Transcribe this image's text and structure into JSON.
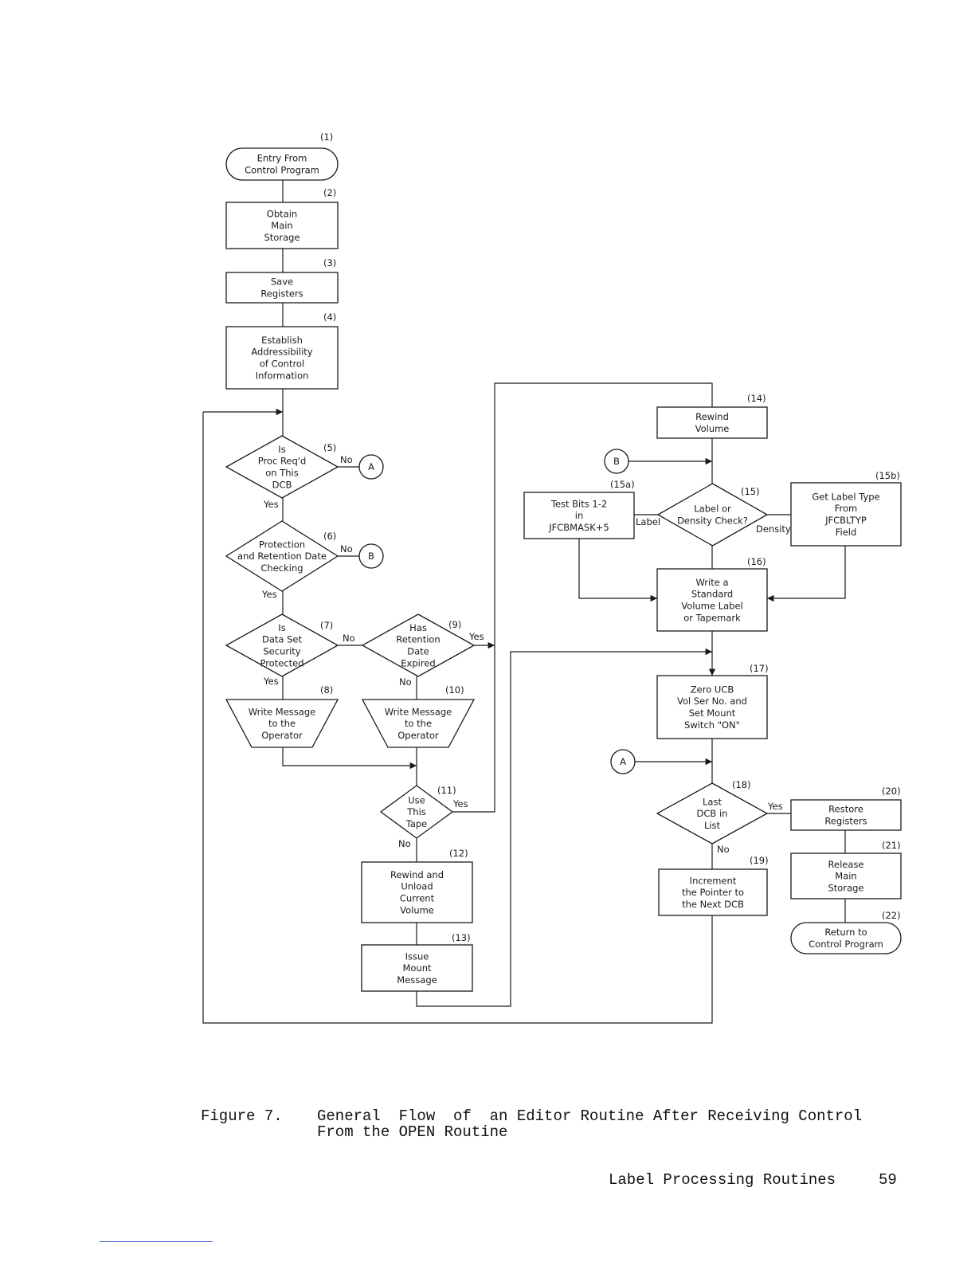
{
  "nodes": [
    {
      "id": "n1",
      "number": "(1)",
      "shape": "terminal",
      "lines": [
        "Entry From",
        "Control Program"
      ]
    },
    {
      "id": "n2",
      "number": "(2)",
      "shape": "process",
      "lines": [
        "Obtain",
        "Main",
        "Storage"
      ]
    },
    {
      "id": "n3",
      "number": "(3)",
      "shape": "process",
      "lines": [
        "Save",
        "Registers"
      ]
    },
    {
      "id": "n4",
      "number": "(4)",
      "shape": "process",
      "lines": [
        "Establish",
        "Addressibility",
        "of Control",
        "Information"
      ]
    },
    {
      "id": "n5",
      "number": "(5)",
      "shape": "decision",
      "lines": [
        "Is",
        "Proc Req'd",
        "on This",
        "DCB"
      ]
    },
    {
      "id": "n6",
      "number": "(6)",
      "shape": "decision",
      "lines": [
        "Protection",
        "and Retention Date",
        "Checking"
      ]
    },
    {
      "id": "n7",
      "number": "(7)",
      "shape": "decision",
      "lines": [
        "Is",
        "Data Set",
        "Security",
        "Protected"
      ]
    },
    {
      "id": "n8",
      "number": "(8)",
      "shape": "manual",
      "lines": [
        "Write Message",
        "to the",
        "Operator"
      ]
    },
    {
      "id": "n9",
      "number": "(9)",
      "shape": "decision",
      "lines": [
        "Has",
        "Retention",
        "Date",
        "Expired"
      ]
    },
    {
      "id": "n10",
      "number": "(10)",
      "shape": "manual",
      "lines": [
        "Write Message",
        "to the",
        "Operator"
      ]
    },
    {
      "id": "n11",
      "number": "(11)",
      "shape": "decision",
      "lines": [
        "Use",
        "This",
        "Tape"
      ]
    },
    {
      "id": "n12",
      "number": "(12)",
      "shape": "process",
      "lines": [
        "Rewind and",
        "Unload",
        "Current",
        "Volume"
      ]
    },
    {
      "id": "n13",
      "number": "(13)",
      "shape": "process",
      "lines": [
        "Issue",
        "Mount",
        "Message"
      ]
    },
    {
      "id": "n14",
      "number": "(14)",
      "shape": "process",
      "lines": [
        "Rewind",
        "Volume"
      ]
    },
    {
      "id": "n15",
      "number": "(15)",
      "shape": "decision",
      "lines": [
        "Label or",
        "Density Check?"
      ]
    },
    {
      "id": "n15a",
      "number": "(15a)",
      "shape": "process",
      "lines": [
        "Test Bits 1-2",
        "in",
        "JFCBMASK+5"
      ]
    },
    {
      "id": "n15b",
      "number": "(15b)",
      "shape": "process",
      "lines": [
        "Get Label Type",
        "From",
        "JFCBLTYP",
        "Field"
      ]
    },
    {
      "id": "n16",
      "number": "(16)",
      "shape": "process",
      "lines": [
        "Write a",
        "Standard",
        "Volume Label",
        "or Tapemark"
      ]
    },
    {
      "id": "n17",
      "number": "(17)",
      "shape": "process",
      "lines": [
        "Zero UCB",
        "Vol Ser No. and",
        "Set Mount",
        "Switch \"ON\""
      ]
    },
    {
      "id": "n18",
      "number": "(18)",
      "shape": "decision",
      "lines": [
        "Last",
        "DCB in",
        "List"
      ]
    },
    {
      "id": "n19",
      "number": "(19)",
      "shape": "process",
      "lines": [
        "Increment",
        "the Pointer to",
        "the Next DCB"
      ]
    },
    {
      "id": "n20",
      "number": "(20)",
      "shape": "process",
      "lines": [
        "Restore",
        "Registers"
      ]
    },
    {
      "id": "n21",
      "number": "(21)",
      "shape": "process",
      "lines": [
        "Release",
        "Main",
        "Storage"
      ]
    },
    {
      "id": "n22",
      "number": "(22)",
      "shape": "terminal",
      "lines": [
        "Return to",
        "Control Program"
      ]
    }
  ],
  "connectors": [
    {
      "id": "cA1",
      "label": "A"
    },
    {
      "id": "cB1",
      "label": "B"
    },
    {
      "id": "cB2",
      "label": "B"
    },
    {
      "id": "cA2",
      "label": "A"
    }
  ],
  "edge_labels": {
    "n5_no": "No",
    "n5_yes": "Yes",
    "n6_no": "No",
    "n6_yes": "Yes",
    "n7_no": "No",
    "n7_yes": "Yes",
    "n9_yes": "Yes",
    "n9_no": "No",
    "n11_yes": "Yes",
    "n11_no": "No",
    "n15_label": "Label",
    "n15_density": "Density",
    "n18_yes": "Yes",
    "n18_no": "No"
  },
  "caption": {
    "label": "Figure 7.",
    "line1": "General  Flow  of  an Editor Routine After Receiving Control",
    "line2": "From the OPEN Routine"
  },
  "footer": {
    "title": "Label Processing Routines",
    "page": "59"
  }
}
